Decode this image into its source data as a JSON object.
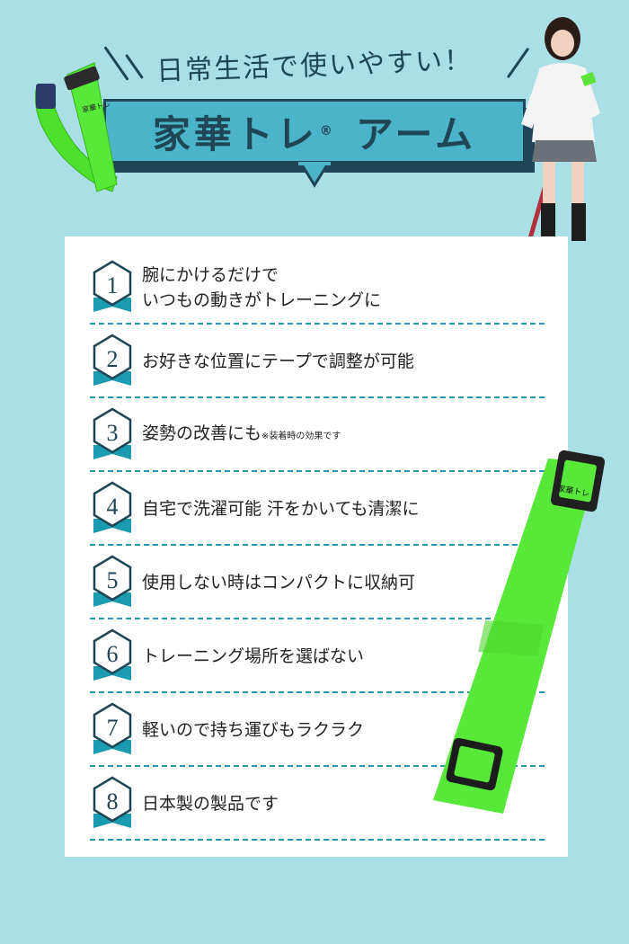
{
  "header": {
    "tagline": "日常生活で使いやすい！",
    "title": "家華トレ",
    "title_mark": "®",
    "title_suffix": "アーム"
  },
  "product_labels": {
    "small_tag": "家華トレ",
    "large_tag": "家華トレ"
  },
  "features": [
    {
      "number": "1",
      "line1": "腕にかけるだけで",
      "line2": "いつもの動きがトレーニングに",
      "note": ""
    },
    {
      "number": "2",
      "line1": "お好きな位置にテープで調整が可能",
      "line2": "",
      "note": ""
    },
    {
      "number": "3",
      "line1": "姿勢の改善にも",
      "line2": "",
      "note": "※装着時の効果です"
    },
    {
      "number": "4",
      "line1": "自宅で洗濯可能 汗をかいても清潔に",
      "line2": "",
      "note": ""
    },
    {
      "number": "5",
      "line1": "使用しない時はコンパクトに収納可",
      "line2": "",
      "note": ""
    },
    {
      "number": "6",
      "line1": "トレーニング場所を選ばない",
      "line2": "",
      "note": ""
    },
    {
      "number": "7",
      "line1": "軽いので持ち運びもラクラク",
      "line2": "",
      "note": ""
    },
    {
      "number": "8",
      "line1": "日本製の製品です",
      "line2": "",
      "note": ""
    }
  ],
  "colors": {
    "background": "#a9dfe5",
    "banner": "#4cb4c8",
    "navy": "#1f4657",
    "badge_ribbon": "#1a9bb0",
    "strap_green": "#58e83a",
    "divider": "#2a95b5"
  }
}
